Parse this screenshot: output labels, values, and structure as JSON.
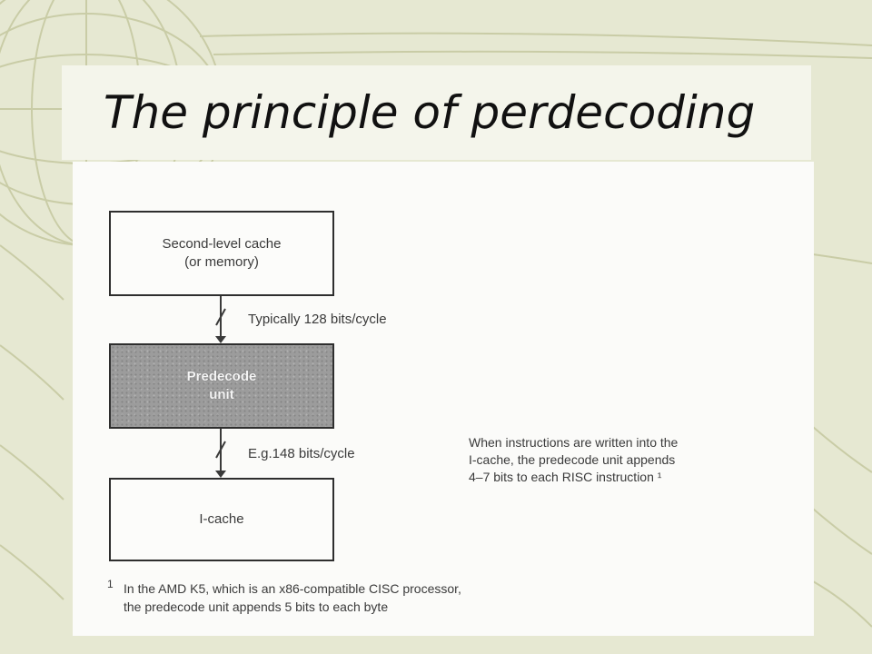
{
  "slide": {
    "title": "The principle of perdecoding"
  },
  "diagram": {
    "boxes": {
      "second_level_cache": "Second-level cache\n(or memory)",
      "predecode_unit": "Predecode\nunit",
      "i_cache": "I-cache"
    },
    "buses": {
      "upper": "Typically 128 bits/cycle",
      "lower": "E.g.148 bits/cycle"
    },
    "note": "When instructions are written into the\nI-cache, the predecode unit appends\n4–7 bits to each RISC instruction ¹",
    "footnote": {
      "mark": "1",
      "text": "In the AMD K5, which is an x86-compatible CISC processor,\nthe predecode unit appends 5 bits to each byte"
    }
  },
  "colors": {
    "background": "#e6e8d2",
    "decoration": "#c9cca6",
    "predecode_fill": "#9c9c9c"
  }
}
